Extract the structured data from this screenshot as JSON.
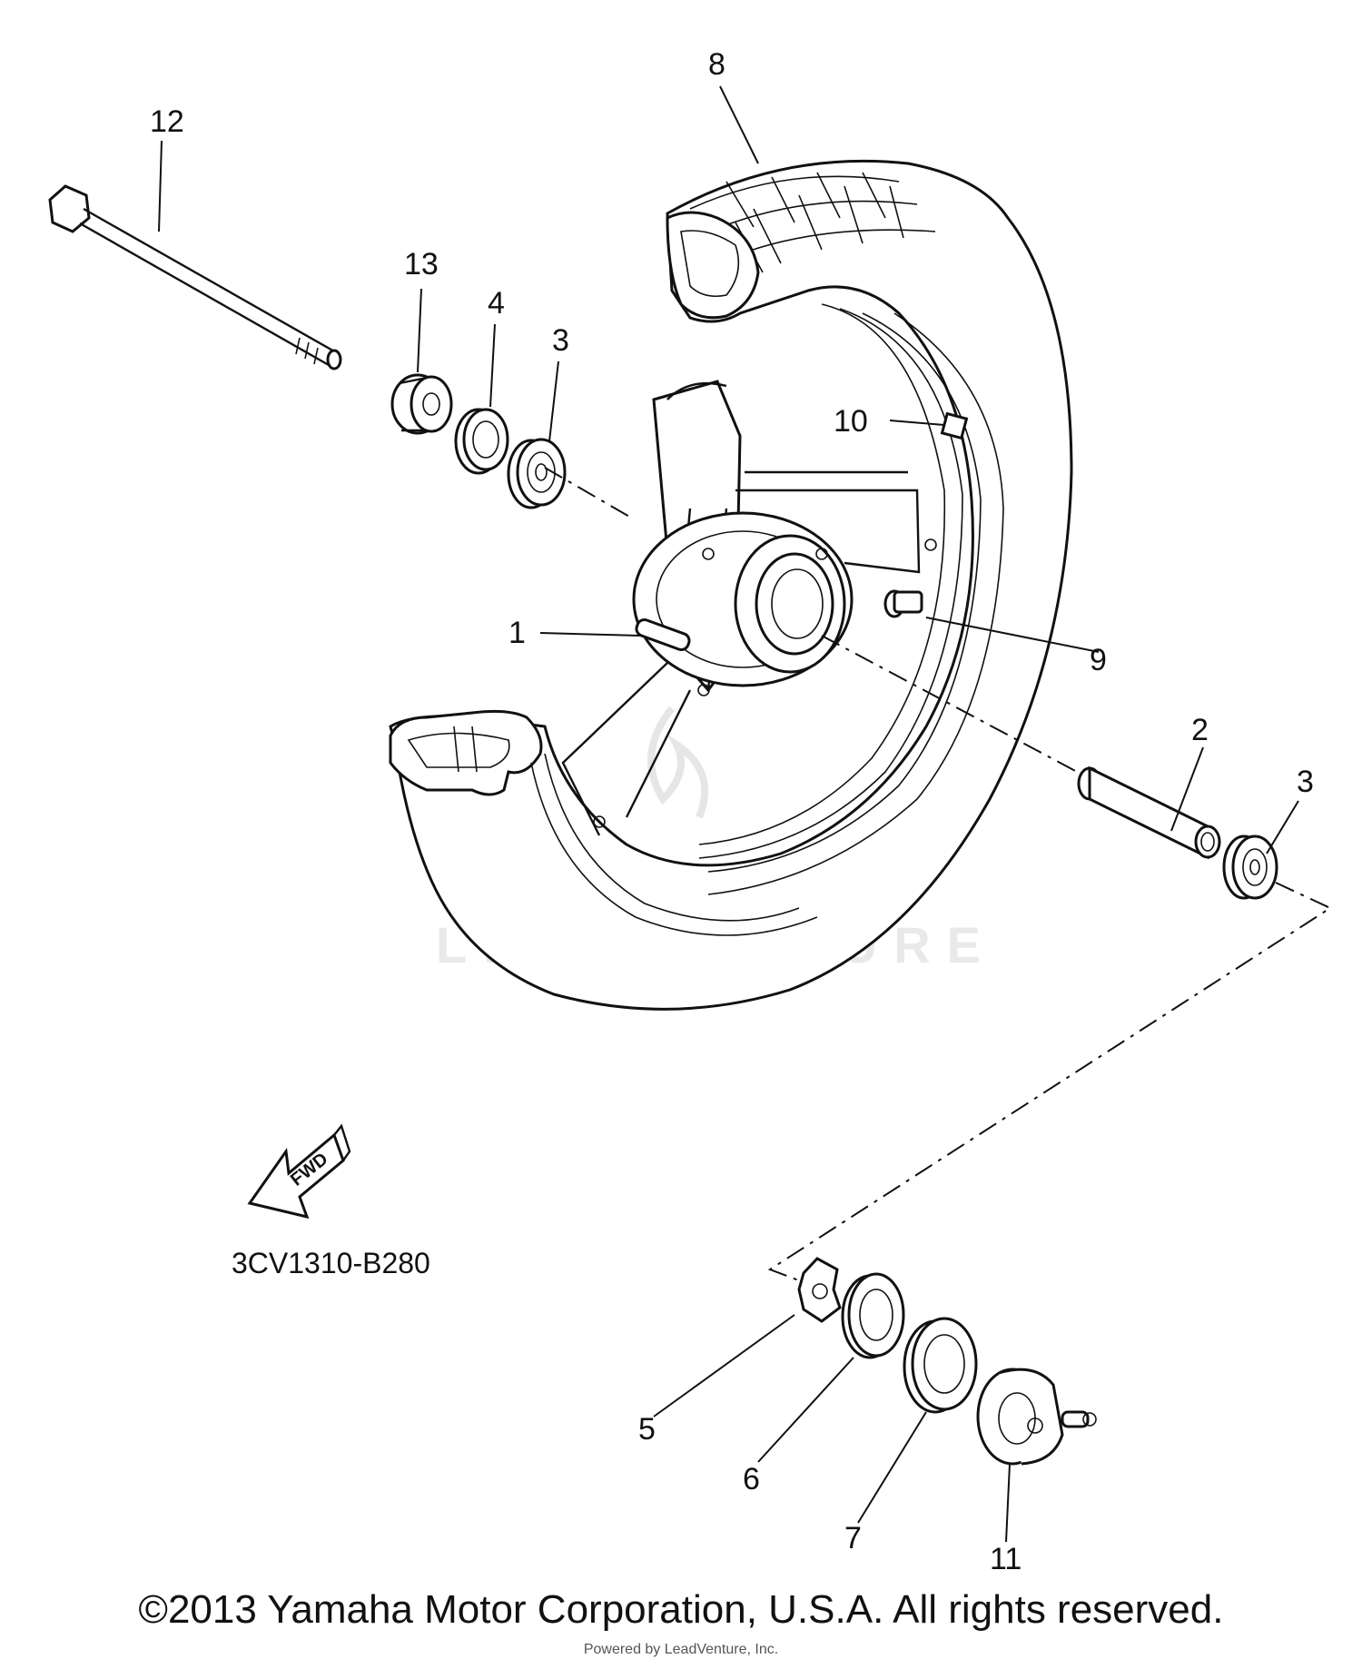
{
  "diagram": {
    "part_labels": {
      "p1": "1",
      "p2": "2",
      "p3a": "3",
      "p3b": "3",
      "p4": "4",
      "p5": "5",
      "p6": "6",
      "p7": "7",
      "p8": "8",
      "p9": "9",
      "p10": "10",
      "p11": "11",
      "p12": "12",
      "p13": "13"
    },
    "direction_arrow_label": "FWD",
    "reference_code": "3CV1310-B280",
    "watermark_text": "LEADVENTURE"
  },
  "footer": {
    "copyright": "©2013 Yamaha Motor Corporation, U.S.A. All rights reserved.",
    "powered_by": "Powered by LeadVenture, Inc."
  }
}
